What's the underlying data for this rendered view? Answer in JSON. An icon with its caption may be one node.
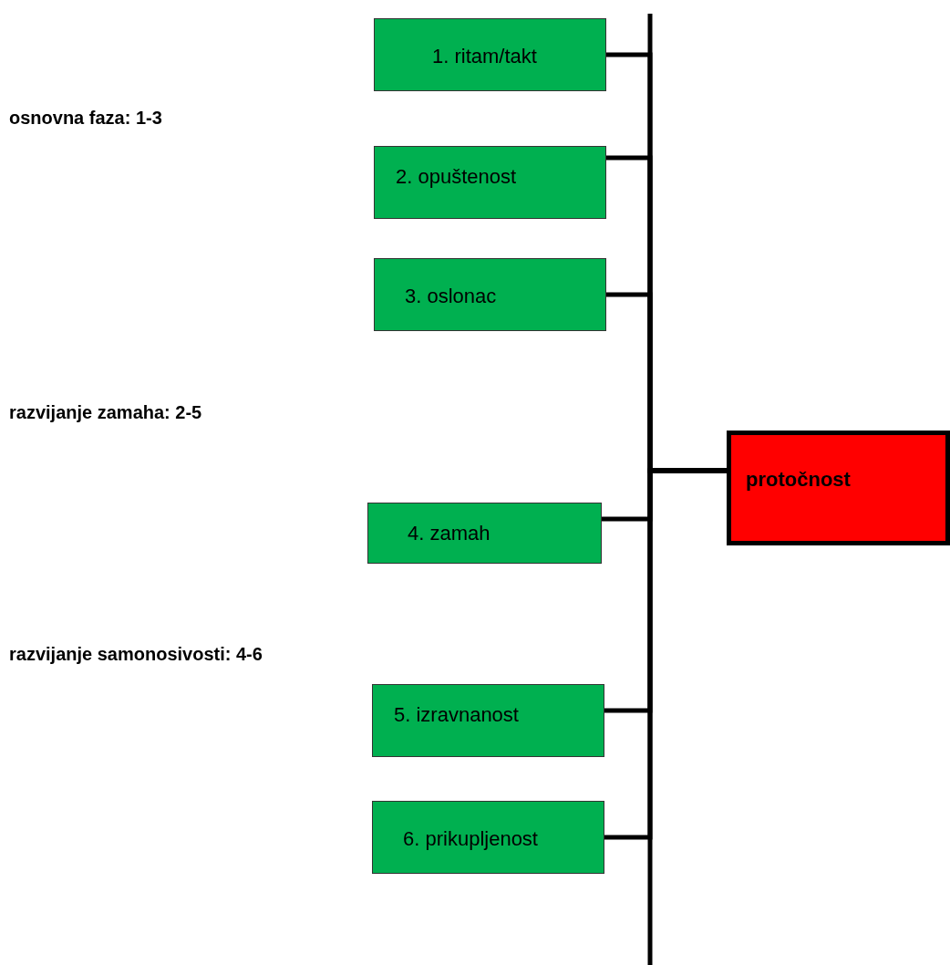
{
  "diagram": {
    "nodes": [
      {
        "text": [
          "1. ritam/takt"
        ]
      },
      {
        "text": [
          "2. opuštenost"
        ]
      },
      {
        "text": [
          "3. oslonac"
        ]
      },
      {
        "text": [
          "4. zamah"
        ]
      },
      {
        "text": [
          "5. izravnanost"
        ]
      },
      {
        "text": [
          "6. prikupljenost"
        ]
      },
      {
        "text": [
          "protočnost"
        ]
      }
    ],
    "edges": [
      {
        "from": 0,
        "to": 6,
        "arrow": "none"
      },
      {
        "from": 1,
        "to": 6,
        "arrow": "none"
      },
      {
        "from": 2,
        "to": 6,
        "arrow": "none"
      },
      {
        "from": 3,
        "to": 6,
        "arrow": "none"
      },
      {
        "from": 4,
        "to": 6,
        "arrow": "none"
      },
      {
        "from": 5,
        "to": 6,
        "arrow": "none"
      }
    ],
    "labels": [
      "osnovna faza: 1-3",
      "razvijanje zamaha: 2-5",
      "razvijanje samonosivosti: 4-6"
    ]
  }
}
